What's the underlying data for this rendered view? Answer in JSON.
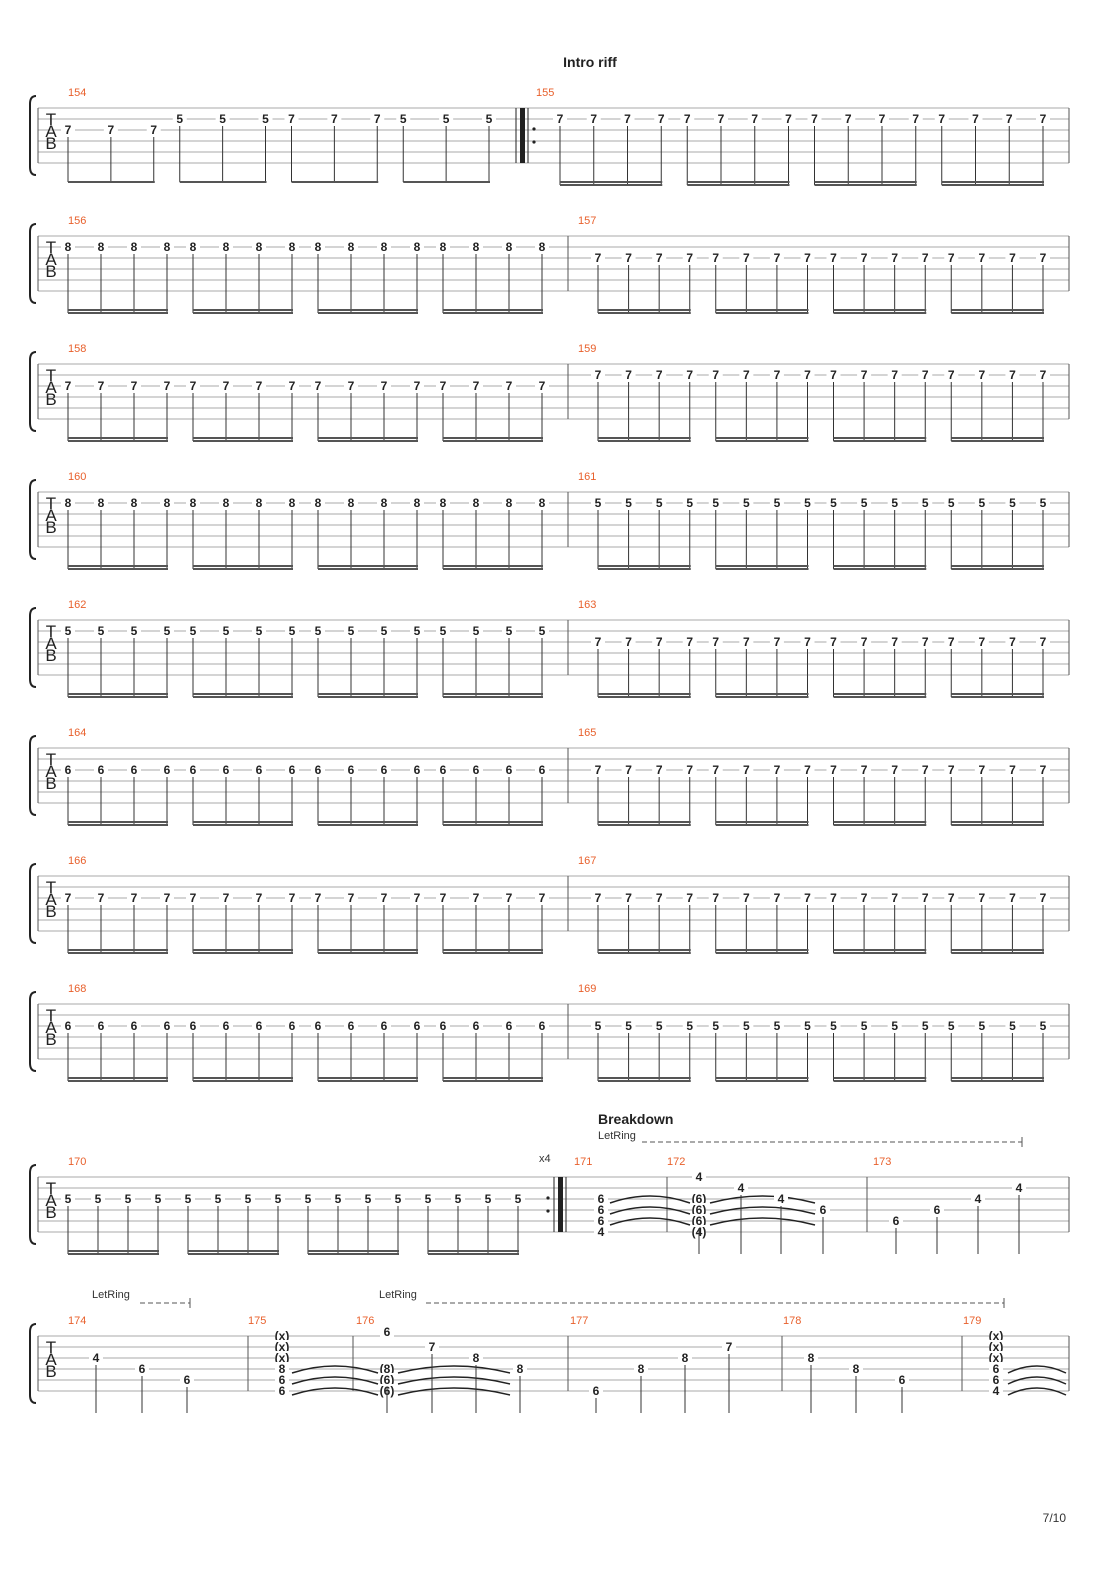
{
  "page_number": "7/10",
  "tab_clef": [
    "T",
    "A",
    "B"
  ],
  "sections": {
    "intro_riff": "Intro riff",
    "breakdown": "Breakdown"
  },
  "let_ring_label": "LetRing",
  "repeat_count": "x4",
  "systems": [
    {
      "bars": [
        {
          "number": "154",
          "groups": [
            {
              "string": 2,
              "frets": [
                "7",
                "7",
                "7"
              ]
            },
            {
              "string": 1,
              "frets": [
                "5",
                "5",
                "5"
              ]
            },
            {
              "string": 1,
              "frets": [
                "7",
                "7",
                "7"
              ]
            },
            {
              "string": 1,
              "frets": [
                "5",
                "5",
                "5"
              ]
            }
          ]
        },
        {
          "number": "155",
          "repeat_start": true,
          "groups": [
            {
              "string": 1,
              "frets": [
                "7",
                "7",
                "7",
                "7"
              ]
            },
            {
              "string": 1,
              "frets": [
                "7",
                "7",
                "7",
                "7"
              ]
            },
            {
              "string": 1,
              "frets": [
                "7",
                "7",
                "7",
                "7"
              ]
            },
            {
              "string": 1,
              "frets": [
                "7",
                "7",
                "7",
                "7"
              ]
            }
          ]
        }
      ]
    },
    {
      "bars": [
        {
          "number": "156",
          "fret": "8",
          "string": 1
        },
        {
          "number": "157",
          "fret": "7",
          "string": 2
        }
      ]
    },
    {
      "bars": [
        {
          "number": "158",
          "fret": "7",
          "string": 2
        },
        {
          "number": "159",
          "fret": "7",
          "string": 1
        }
      ]
    },
    {
      "bars": [
        {
          "number": "160",
          "fret": "8",
          "string": 1
        },
        {
          "number": "161",
          "fret": "5",
          "string": 1
        }
      ]
    },
    {
      "bars": [
        {
          "number": "162",
          "fret": "5",
          "string": 1
        },
        {
          "number": "163",
          "fret": "7",
          "string": 2
        }
      ]
    },
    {
      "bars": [
        {
          "number": "164",
          "fret": "6",
          "string": 2
        },
        {
          "number": "165",
          "fret": "7",
          "string": 2
        }
      ]
    },
    {
      "bars": [
        {
          "number": "166",
          "fret": "7",
          "string": 2
        },
        {
          "number": "167",
          "fret": "7",
          "string": 2
        }
      ]
    },
    {
      "bars": [
        {
          "number": "168",
          "fret": "6",
          "string": 2
        },
        {
          "number": "169",
          "fret": "5",
          "string": 2
        }
      ]
    },
    {
      "bars": [
        {
          "number": "170",
          "fret": "5",
          "string": 2
        },
        {
          "number": "171",
          "notes": [
            {
              "chord": [
                "6",
                "6",
                "6",
                "4"
              ]
            }
          ]
        },
        {
          "number": "172",
          "notes": [
            {
              "chord": [
                "(6)",
                "(6)",
                "(6)",
                "(4)"
              ]
            },
            {
              "single": "4",
              "string": 0
            },
            {
              "single": "4",
              "string": 1
            },
            {
              "single": "4",
              "string": 2
            },
            {
              "single": "6",
              "string": 3
            }
          ]
        },
        {
          "number": "173",
          "notes": [
            {
              "single": "6",
              "string": 4
            },
            {
              "single": "6",
              "string": 3
            },
            {
              "single": "4",
              "string": 2
            },
            {
              "single": "4",
              "string": 1
            }
          ]
        }
      ]
    },
    {
      "bars": [
        {
          "number": "174",
          "notes": [
            {
              "single": "4",
              "string": 2
            },
            {
              "single": "6",
              "string": 3
            },
            {
              "single": "6",
              "string": 4
            }
          ]
        },
        {
          "number": "175",
          "notes": [
            {
              "chord": [
                "(x)",
                "(x)",
                "(x)",
                "8",
                "6",
                "6"
              ]
            }
          ]
        },
        {
          "number": "176",
          "notes": [
            {
              "chord": [
                "(8)",
                "(6)",
                "(6)"
              ]
            },
            {
              "single": "6",
              "string": 0
            },
            {
              "single": "7",
              "string": 1
            },
            {
              "single": "8",
              "string": 2
            },
            {
              "single": "8",
              "string": 3
            }
          ]
        },
        {
          "number": "177",
          "notes": [
            {
              "single": "6",
              "string": 5
            },
            {
              "single": "8",
              "string": 3
            },
            {
              "single": "8",
              "string": 2
            },
            {
              "single": "7",
              "string": 1
            }
          ]
        },
        {
          "number": "178",
          "notes": [
            {
              "single": "8",
              "string": 2
            },
            {
              "single": "8",
              "string": 3
            },
            {
              "single": "6",
              "string": 4
            }
          ]
        },
        {
          "number": "179",
          "notes": [
            {
              "chord": [
                "(x)",
                "(x)",
                "(x)",
                "6",
                "6",
                "4"
              ]
            }
          ]
        }
      ]
    }
  ]
}
